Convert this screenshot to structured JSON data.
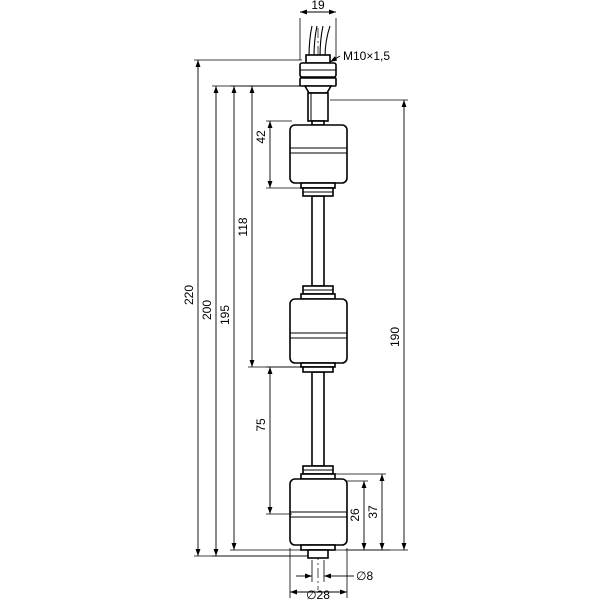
{
  "title": "",
  "dimensions": {
    "top_width": "19",
    "thread": "M10×1,5",
    "overall_220": "220",
    "length_200": "200",
    "length_195": "195",
    "length_118": "118",
    "length_42": "42",
    "length_190": "190",
    "length_75": "75",
    "length_26": "26",
    "length_37": "37",
    "float_diameter": "∅28",
    "rod_diameter": "∅8"
  },
  "colors": {
    "line": "#000000",
    "background": "#ffffff"
  }
}
